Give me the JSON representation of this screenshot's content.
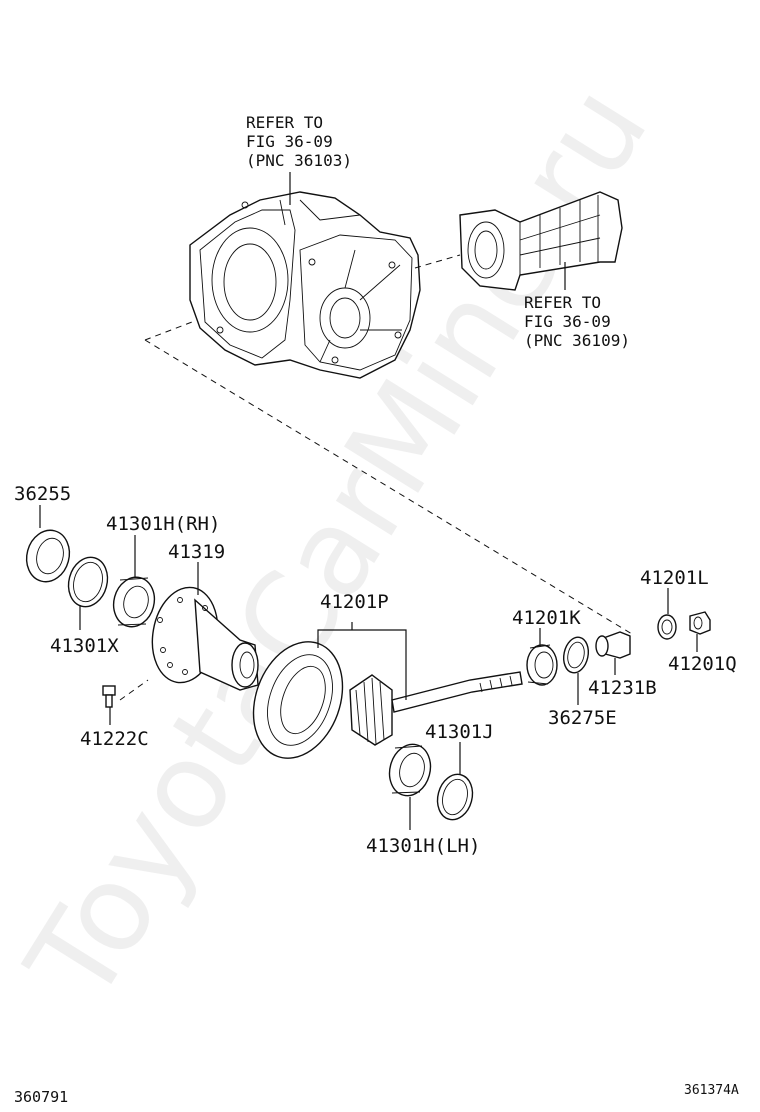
{
  "diagram": {
    "refer_housing": [
      "REFER TO",
      "FIG 36-09",
      "(PNC 36103)"
    ],
    "refer_extension": [
      "REFER TO",
      "FIG 36-09",
      "(PNC 36109)"
    ],
    "parts": {
      "p36255": "36255",
      "p41301h_rh": "41301H(RH)",
      "p41319": "41319",
      "p41301x": "41301X",
      "p41222c": "41222C",
      "p41201p": "41201P",
      "p41201k": "41201K",
      "p41201l": "41201L",
      "p41201q": "41201Q",
      "p41231b": "41231B",
      "p36275e": "36275E",
      "p41301j": "41301J",
      "p41301h_lh": "41301H(LH)"
    },
    "footer_left": "360791",
    "footer_right": "361374A",
    "watermark": "ToyotaCarMine.ru"
  }
}
